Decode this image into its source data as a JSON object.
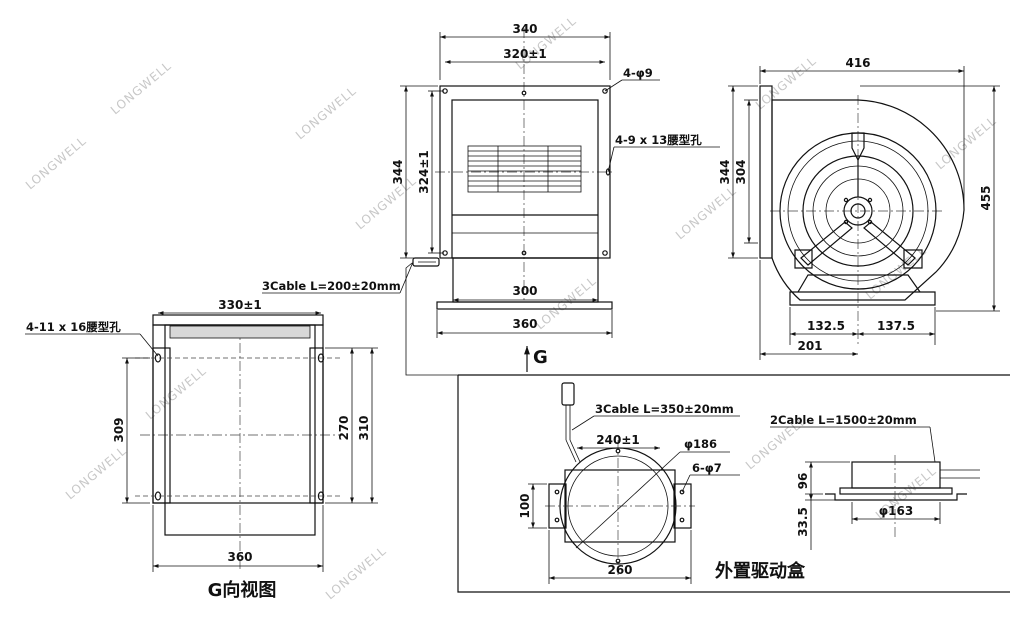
{
  "front_view": {
    "width_outer": "340",
    "width_holes": "320±1",
    "holes": "4-φ9",
    "slots": "4-9 x 13腰型孔",
    "height_outer": "344",
    "height_holes": "324±1",
    "cable": "3Cable L=200±20mm",
    "base_inner": "300",
    "base_outer": "360",
    "view_marker": "G"
  },
  "side_view": {
    "width": "416",
    "height_total": "455",
    "height_flange": "344",
    "height_inner": "304",
    "offset_left": "132.5",
    "offset_right": "137.5",
    "base_left": "201"
  },
  "g_view": {
    "slots": "4-11 x 16腰型孔",
    "width_holes": "330±1",
    "height_left": "309",
    "height_inner": "270",
    "height_right": "310",
    "base_width": "360",
    "title": "G向视图"
  },
  "drive_box": {
    "cable_in": "3Cable L=350±20mm",
    "width_holes": "240±1",
    "diameter": "φ186",
    "holes": "6-φ7",
    "height": "100",
    "base_width": "260",
    "cable_out": "2Cable L=1500±20mm",
    "side_height": "96",
    "side_base": "33.5",
    "side_diameter": "φ163",
    "title": "外置驱动盒"
  },
  "watermark": "LONGWELL"
}
